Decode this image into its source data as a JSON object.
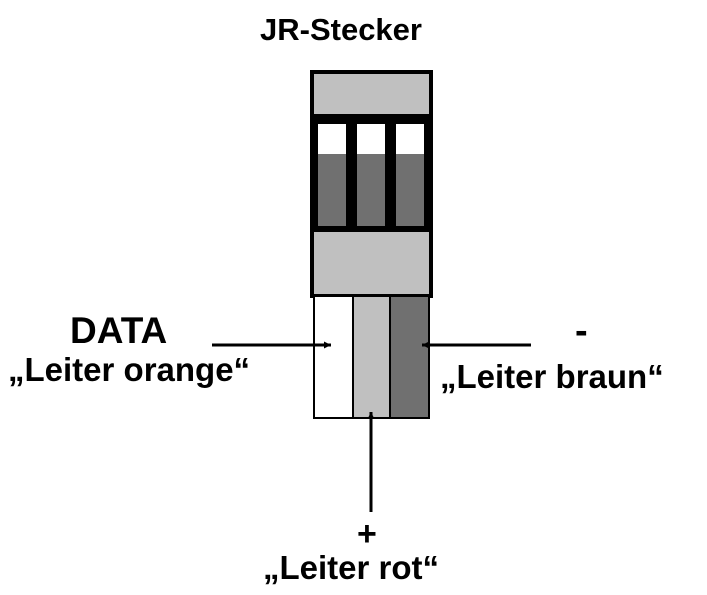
{
  "title": "JR-Stecker",
  "pins": {
    "data": {
      "heading": "DATA",
      "label": "„Leiter orange“"
    },
    "minus": {
      "heading": "-",
      "label": "„Leiter braun“"
    },
    "plus": {
      "heading": "+",
      "label": "„Leiter rot“"
    }
  },
  "colors": {
    "housing": "#c0c0c0",
    "contact_dark": "#707070",
    "wire_white": "#ffffff",
    "wire_mid": "#c0c0c0",
    "wire_dark": "#707070",
    "outline": "#000000"
  }
}
